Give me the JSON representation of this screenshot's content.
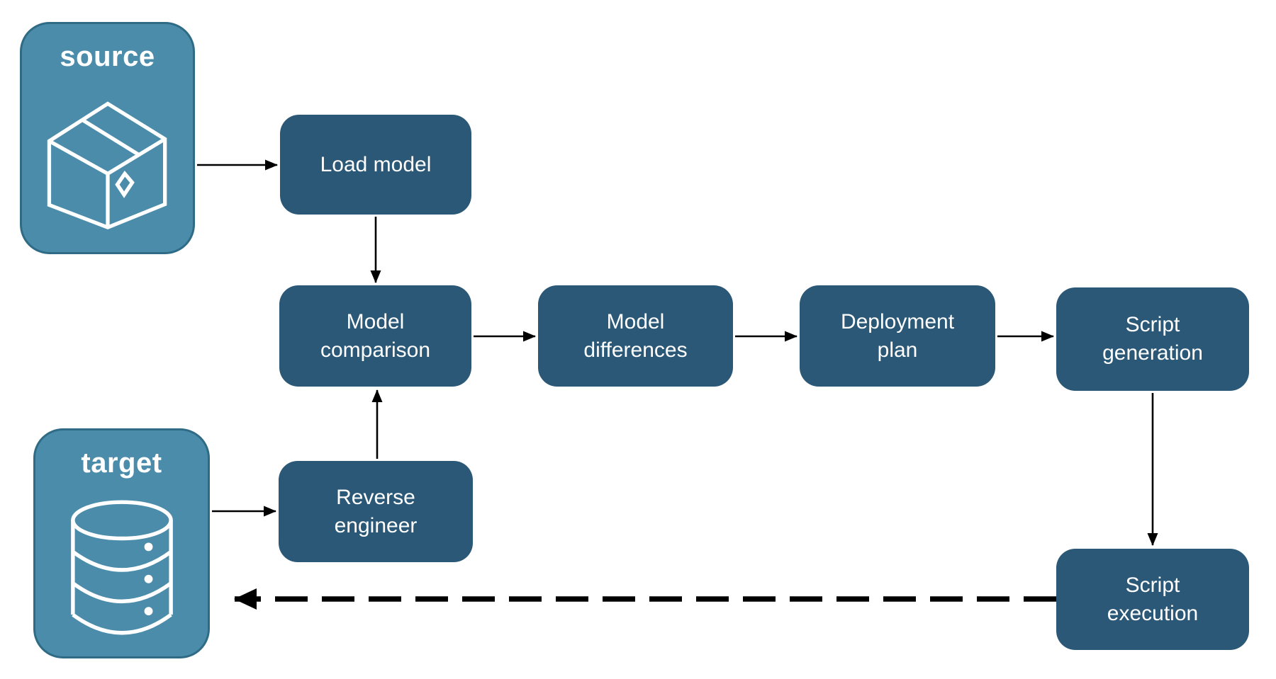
{
  "diagram": {
    "type": "flowchart",
    "entities": {
      "source": {
        "label": "source",
        "icon": "package-icon"
      },
      "target": {
        "label": "target",
        "icon": "database-icon"
      }
    },
    "nodes": [
      {
        "id": "load-model",
        "label": "Load model"
      },
      {
        "id": "model-comparison",
        "label": "Model comparison"
      },
      {
        "id": "model-differences",
        "label": "Model differences"
      },
      {
        "id": "deployment-plan",
        "label": "Deployment plan"
      },
      {
        "id": "script-generation",
        "label": "Script generation"
      },
      {
        "id": "reverse-engineer",
        "label": "Reverse engineer"
      },
      {
        "id": "script-execution",
        "label": "Script execution"
      }
    ],
    "edges": [
      {
        "from": "source",
        "to": "load-model",
        "style": "solid"
      },
      {
        "from": "load-model",
        "to": "model-comparison",
        "style": "solid"
      },
      {
        "from": "model-comparison",
        "to": "model-differences",
        "style": "solid"
      },
      {
        "from": "model-differences",
        "to": "deployment-plan",
        "style": "solid"
      },
      {
        "from": "deployment-plan",
        "to": "script-generation",
        "style": "solid"
      },
      {
        "from": "script-generation",
        "to": "script-execution",
        "style": "solid"
      },
      {
        "from": "target",
        "to": "reverse-engineer",
        "style": "solid"
      },
      {
        "from": "reverse-engineer",
        "to": "model-comparison",
        "style": "solid"
      },
      {
        "from": "script-execution",
        "to": "target",
        "style": "dashed"
      }
    ],
    "colors": {
      "entity_fill": "#4b8cab",
      "entity_border": "#2f6b85",
      "node_fill": "#2b5876",
      "text": "#ffffff",
      "arrow": "#000000",
      "background": "#ffffff"
    }
  }
}
